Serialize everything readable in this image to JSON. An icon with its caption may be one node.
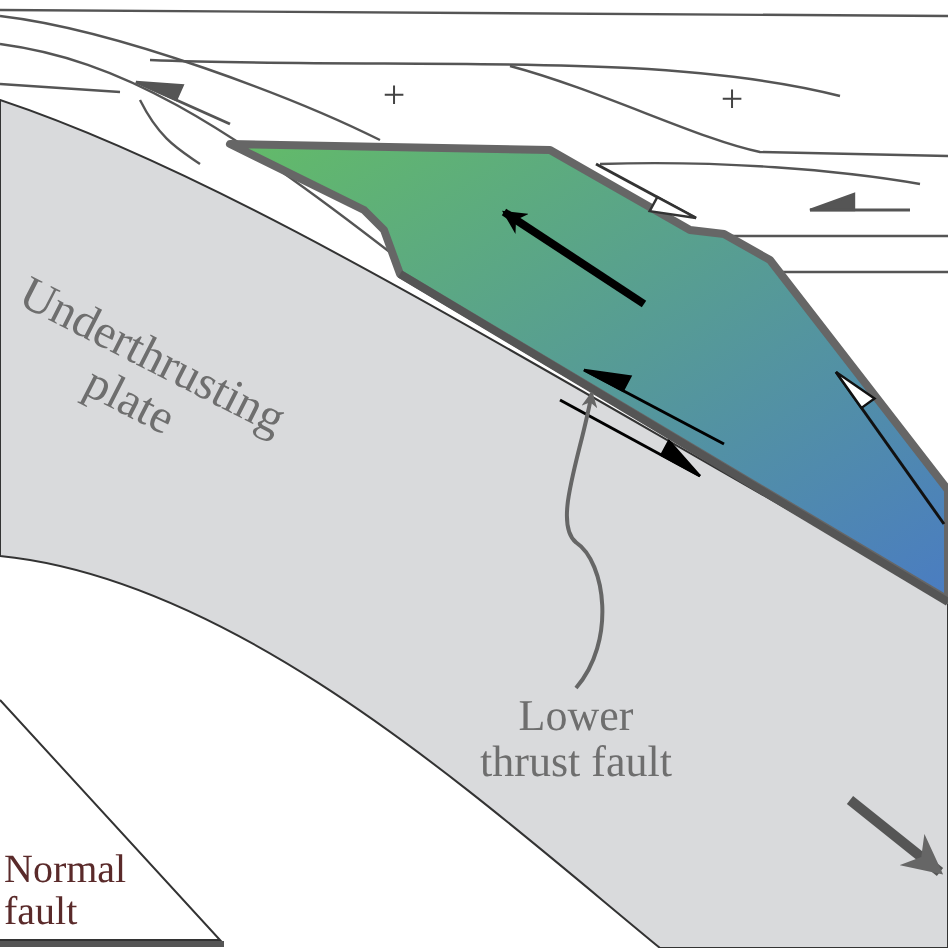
{
  "diagram": {
    "nodes": [
      {
        "text": [
          "Lower thrust fault"
        ]
      },
      {
        "text": [],
        "shape": "line"
      }
    ],
    "edges": [
      {
        "from": 0,
        "to": 1,
        "arrow": "to"
      }
    ],
    "labels": [
      "Underthrusting plate",
      "+",
      "+",
      "Normal fault"
    ]
  }
}
